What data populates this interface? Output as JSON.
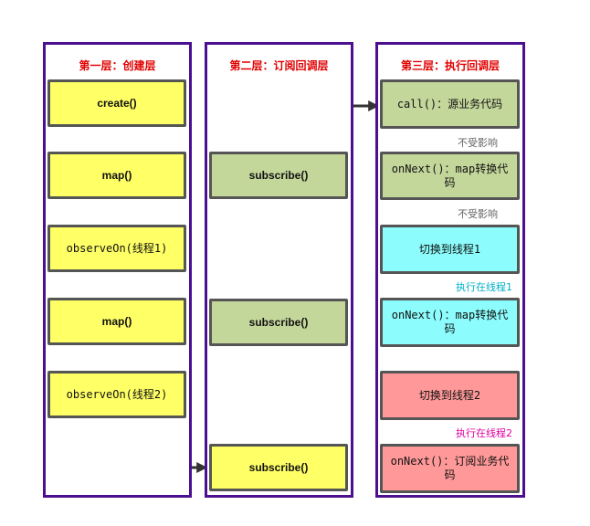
{
  "columns": [
    {
      "title": "第一层：创建层"
    },
    {
      "title": "第二层：订阅回调层"
    },
    {
      "title": "第三层：执行回调层"
    }
  ],
  "layer1": [
    "create()",
    "map()",
    "observeOn(线程1)",
    "map()",
    "observeOn(线程2)"
  ],
  "layer2": [
    "subscribe()",
    "subscribe()",
    "subscribe()"
  ],
  "layer3": [
    "call()：源业务代码",
    "onNext()：map转换代码",
    "切换到线程1",
    "onNext()：map转换代码",
    "切换到线程2",
    "onNext()：订阅业务代码"
  ],
  "notes": [
    {
      "text": "不受影响",
      "color": "#666666"
    },
    {
      "text": "不受影响",
      "color": "#666666"
    },
    {
      "text": "执行在线程1",
      "color": "#00b0c8"
    },
    {
      "text": "执行在线程2",
      "color": "#e000a0"
    }
  ],
  "colors": {
    "border": "#4b0f8f",
    "title": "#e00000",
    "yellow": "#ffff66",
    "green": "#c4d79b",
    "cyan": "#8cfcfc",
    "pink": "#ff9999",
    "arrow": "#333333"
  }
}
